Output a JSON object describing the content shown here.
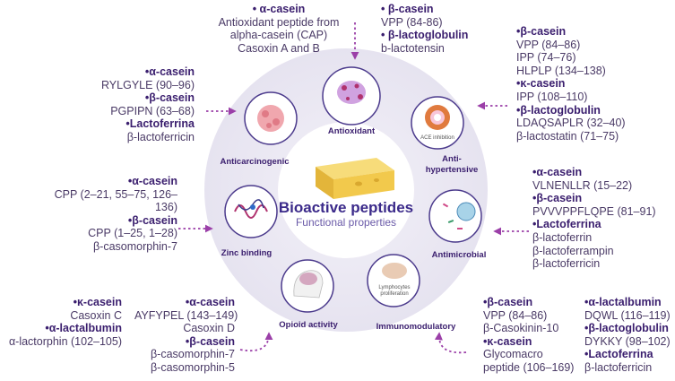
{
  "center": {
    "title": "Bioactive peptides",
    "subtitle": "Functional properties"
  },
  "functions": {
    "antioxidant": "Antioxidant",
    "antihypertensive_1": "Anti-",
    "antihypertensive_2": "hypertensive",
    "antimicrobial": "Antimicrobial",
    "immunomodulatory": "Immunomodulatory",
    "opioid": "Opioid activity",
    "zinc": "Zinc binding",
    "anticarcinogenic": "Anticarcinogenic",
    "ace_label": "ACE inhibition",
    "lympho_1": "Lymphocytes",
    "lympho_2": "proliferation"
  },
  "blocks": {
    "top_left": {
      "h1": "• α-casein",
      "l1": "Antioxidant peptide from",
      "l2": "alpha-casein (CAP)",
      "l3": "Casoxin A and B"
    },
    "top_mid": {
      "h1": "• β-casein",
      "l1": "VPP (84-86)",
      "h2": "• β-lactoglobulin",
      "l2": "b-lactotensin"
    },
    "right_top": {
      "h1": "•β-casein",
      "l1": "VPP (84–86)",
      "l2": "IPP (74–76)",
      "l3": "HLPLP (134–138)",
      "h2": "•κ-casein",
      "l4": "IPP (108–110)",
      "h3": "•β-lactoglobulin",
      "l5": "LDAQSAPLR (32–40)",
      "l6": "β-lactostatin (71–75)"
    },
    "right_mid": {
      "h1": "•α-casein",
      "l1": "VLNENLLR (15–22)",
      "h2": "•β-casein",
      "l2": "PVVVPPFLQPE (81–91)",
      "h3": "•Lactoferrina",
      "l3": "β-lactoferrin",
      "l4": "β-lactoferrampin",
      "l5": "β-lactoferricin"
    },
    "left_top": {
      "h1": "•α-casein",
      "l1": "RYLGYLE (90–96)",
      "h2": "•β-casein",
      "l2": "PGPIPN (63–68)",
      "h3": "•Lactoferrina",
      "l3": "β-lactoferricin"
    },
    "left_mid": {
      "h1": "•α-casein",
      "l1": "CPP (2–21, 55–75, 126–",
      "l2": "136)",
      "h2": "•β-casein",
      "l3": "CPP (1–25, 1–28)",
      "l4": "β-casomorphin-7"
    },
    "bottom_left": {
      "h1": "•κ-casein",
      "l1": "Casoxin C",
      "h2": "•α-lactalbumin",
      "l2": "α-lactorphin (102–105)"
    },
    "bottom_mid_left": {
      "h1": "•α-casein",
      "l1": "AYFYPEL (143–149)",
      "l2": "Casoxin D",
      "h2": "•β-casein",
      "l3": "β-casomorphin-7",
      "l4": "β-casomorphin-5"
    },
    "bottom_mid_right": {
      "h1": "•β-casein",
      "l1": "VPP (84–86)",
      "l2": "β-Casokinin-10",
      "h2": "•κ-casein",
      "l3": "Glycomacro",
      "l4": "peptide (106–169)"
    },
    "bottom_right": {
      "h1": "•α-lactalbumin",
      "l1": "DQWL (116–119)",
      "h2": "•β-lactoglobulin",
      "l2": "DYKKY (98–102)",
      "h3": "•Lactoferrina",
      "l3": "β-lactoferricin"
    }
  },
  "colors": {
    "ring": "#ebe8f4",
    "accent": "#9b3fa8",
    "circle_stroke": "#4b3a8c",
    "cheese": "#f2c94c"
  }
}
